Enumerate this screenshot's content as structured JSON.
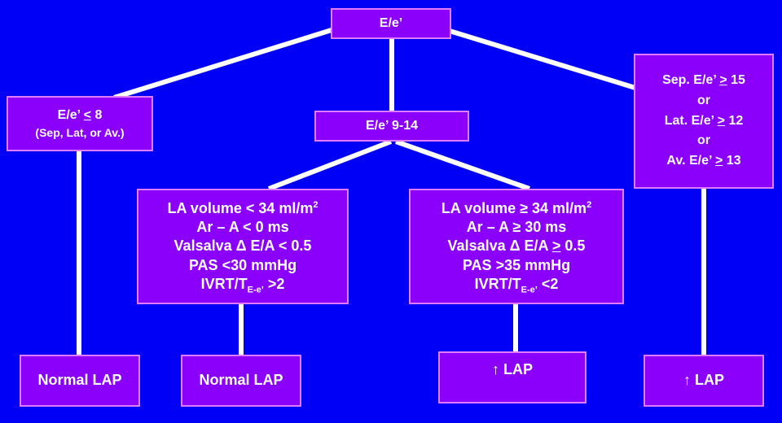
{
  "nodes": {
    "root": {
      "label": "E/e’"
    },
    "low": {
      "line1_prefix": "E/e’ ",
      "line1_op": "<",
      "line1_value": " 8",
      "line2": "(Sep, Lat, or Av.)"
    },
    "mid": {
      "label": "E/e’ 9-14"
    },
    "high": {
      "line1_prefix": "Sep. E/e’ ",
      "line1_op": ">",
      "line1_value": " 15",
      "or1": "or",
      "line2_prefix": "Lat. E/e’ ",
      "line2_op": ">",
      "line2_value": " 12",
      "or2": "or",
      "line3_prefix": "Av. E/e’ ",
      "line3_op": ">",
      "line3_value": " 13"
    },
    "criteria_normal": {
      "la_volume": "LA volume < 34 ml/m",
      "la_volume_sup": "2",
      "ar_a": "Ar – A < 0 ms",
      "valsalva": "Valsalva Δ E/A < 0.5",
      "pas": "PAS <30 mmHg",
      "ivrt_prefix": "IVRT/T",
      "ivrt_sub": "E-e’",
      "ivrt_suffix": " >2"
    },
    "criteria_elevated": {
      "la_volume": "LA volume  ≥ 34 ml/m",
      "la_volume_sup": "2",
      "ar_a": "Ar – A ≥ 30 ms",
      "valsalva_prefix": "Valsalva Δ E/A ",
      "valsalva_op": ">",
      "valsalva_value": " 0.5",
      "pas": "PAS >35 mmHg",
      "ivrt_prefix": "IVRT/T",
      "ivrt_sub": "E-e’",
      "ivrt_suffix": " <2"
    },
    "out1": {
      "label": "Normal LAP"
    },
    "out2": {
      "label": "Normal LAP"
    },
    "out3": {
      "label": "↑ LAP"
    },
    "out4": {
      "label": "↑ LAP"
    }
  },
  "colors": {
    "background": "#0000f6",
    "box_fill": "#8b00fb",
    "box_border": "#e07aff",
    "connector": "#ffffff",
    "text": "#ffffff"
  }
}
